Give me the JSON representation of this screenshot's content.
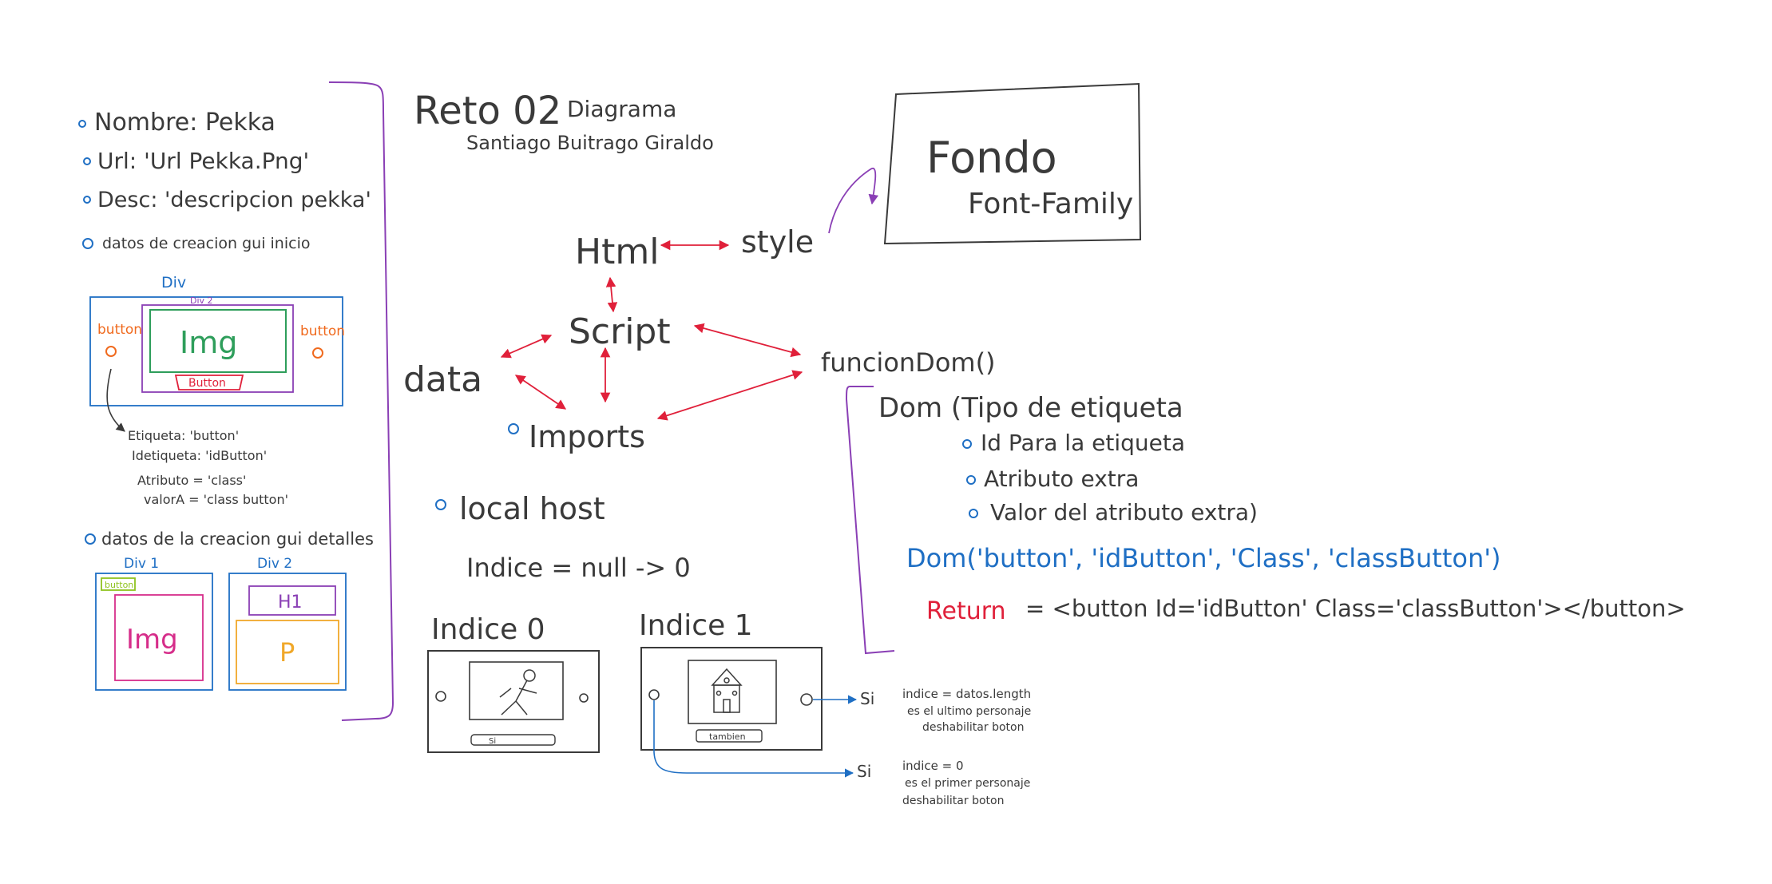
{
  "header": {
    "title": "Reto 02",
    "subtitle": "Diagrama",
    "author": "Santiago Buitrago Giraldo"
  },
  "left_notes": {
    "name": "Nombre: Pekka",
    "url": "Url: 'Url Pekka.Png'",
    "desc": "Desc: 'descripcion pekka'",
    "gui_start": "datos de creacion gui inicio"
  },
  "gui_start_box": {
    "outer": "Div",
    "inner": "Div 2",
    "img": "Img",
    "button_left": "button",
    "button_right": "button",
    "bottom_button": "Button"
  },
  "button_attrs": {
    "tag": "Etiqueta: 'button'",
    "id": "Idetiqueta: 'idButton'",
    "attr": "Atributo = 'class'",
    "value": "valorA = 'class button'"
  },
  "gui_details": {
    "heading": "datos de la creacion gui detalles",
    "div1": "Div 1",
    "div2": "Div 2",
    "button": "button",
    "img": "Img",
    "h1": "H1",
    "p": "P"
  },
  "style_box": {
    "line1": "Fondo",
    "line2": "Font-Family"
  },
  "flow": {
    "html": "Html",
    "style": "style",
    "script": "Script",
    "data": "data",
    "imports": "Imports",
    "funcion": "funcionDom()"
  },
  "dom_notes": {
    "line1": "Dom (Tipo de etiqueta",
    "line2": "Id Para la etiqueta",
    "line3": "Atributo extra",
    "line4": "Valor del atributo extra)",
    "call": "Dom('button', 'idButton', 'Class', 'classButton')",
    "return_label": "Return",
    "return_value": "= <button Id='idButton' Class='classButton'></button>"
  },
  "localhost": {
    "label": "local host",
    "index": "Indice = null -> 0"
  },
  "screens": {
    "index0": "Indice 0",
    "index1": "Indice 1",
    "button0": "Si",
    "button1": "tambien"
  },
  "conditions": {
    "next_si": "Si",
    "next_1": "indice = datos.length",
    "next_2": "es el ultimo personaje",
    "next_3": "deshabilitar boton",
    "prev_si": "Si",
    "prev_1": "indice = 0",
    "prev_2": "es el primer personaje",
    "prev_3": "deshabilitar boton"
  },
  "colors": {
    "ink": "#3a3a3a",
    "blue": "#1f6fc4",
    "red": "#e0203a",
    "green": "#2e9e5b",
    "purple": "#8a3fb5",
    "orange": "#f06a1e",
    "magenta": "#d62d8a",
    "yellow": "#f0a82a",
    "lime": "#8fc31f"
  }
}
